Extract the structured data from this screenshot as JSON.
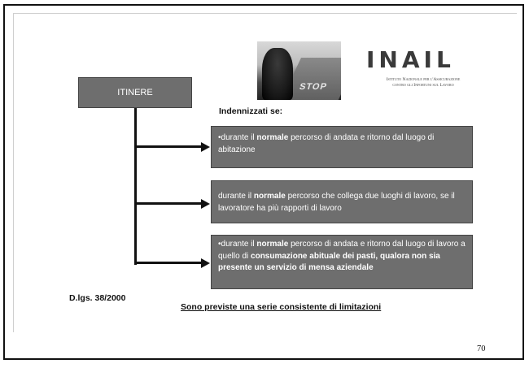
{
  "slide": {
    "logo": {
      "name": "INAIL",
      "subtitle_line1": "Istituto Nazionale per l'Assicurazione",
      "subtitle_line2": "contro gli Infortuni sul Lavoro"
    },
    "photo": {
      "icon": "cyclist-photo",
      "road_text": "STOP"
    },
    "root": {
      "label": "ITINERE"
    },
    "heading": "Indennizzati se:",
    "cases": [
      {
        "pre": "•durante il ",
        "bold": "normale",
        "post": " percorso di andata e ritorno dal luogo di abitazione"
      },
      {
        "pre": "durante il ",
        "bold": "normale",
        "post": " percorso che collega due luoghi di lavoro, se il lavoratore ha più rapporti di lavoro"
      },
      {
        "pre": "•durante il ",
        "bold": "normale",
        "mid": " percorso di andata e ritorno dal luogo di lavoro a quello di ",
        "bold2": "consumazione abituale dei pasti, qualora non sia presente un servizio di mensa aziendale"
      }
    ],
    "law_reference": "D.lgs. 38/2000",
    "limitations_note": "Sono previste una serie consistente di limitazioni"
  },
  "page_number": "70",
  "colors": {
    "box_fill": "#6e6e6e",
    "connector": "#111111",
    "logo": "#3a3a3a"
  }
}
